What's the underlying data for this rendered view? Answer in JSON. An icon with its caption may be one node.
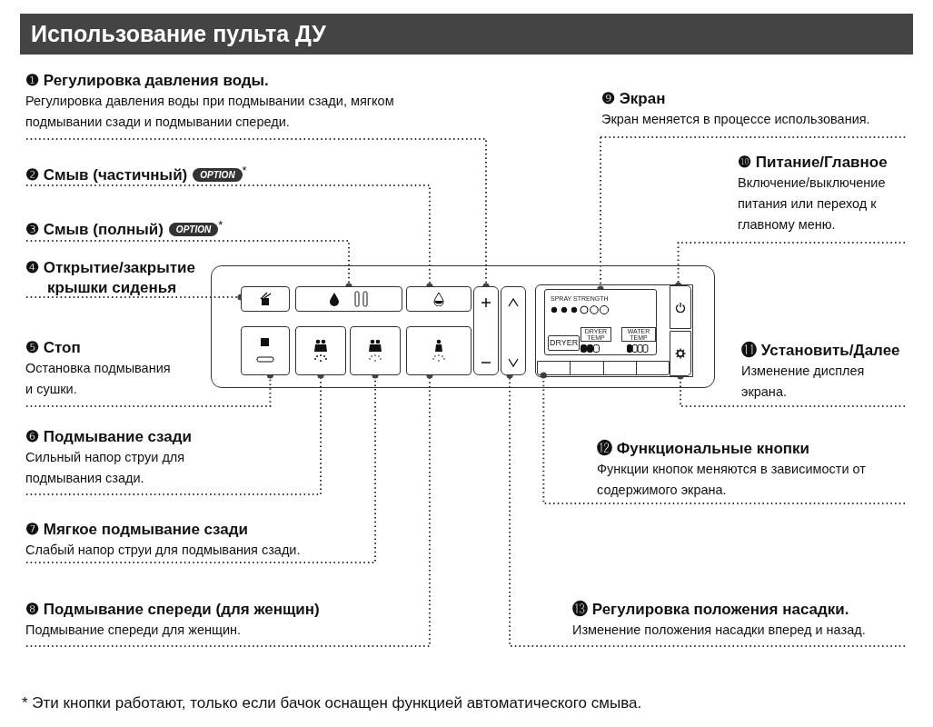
{
  "diagram": {
    "title": "Использование пульта ДУ",
    "nodes": [
      {
        "text": [
          "❶ Регулировка давления воды.",
          "Регулировка давления воды при подмывании сзади, мягком подмывании сзади и подмывании спереди."
        ]
      },
      {
        "text": [
          "❷ Смыв (частичный)",
          "OPTION",
          "*"
        ]
      },
      {
        "text": [
          "❸ Смыв (полный)",
          "OPTION",
          "*"
        ]
      },
      {
        "text": [
          "❹ Открытие/закрытие крышки сиденья"
        ]
      },
      {
        "text": [
          "❺ Стоп",
          "Остановка подмывания и сушки."
        ]
      },
      {
        "text": [
          "❻ Подмывание сзади",
          "Сильный напор струи для подмывания сзади."
        ]
      },
      {
        "text": [
          "❼ Мягкое подмывание сзади",
          "Слабый напор струи для подмывания сзади."
        ]
      },
      {
        "text": [
          "❽ Подмывание спереди (для женщин)",
          "Подмывание спереди для женщин."
        ]
      },
      {
        "text": [
          "❾ Экран",
          "Экран меняется в процессе использования."
        ]
      },
      {
        "text": [
          "❿ Питание/Главное",
          "Включение/выключение питания или переход к главному меню."
        ]
      },
      {
        "text": [
          "⓫ Установить/Далее",
          "Изменение дисплея экрана."
        ]
      },
      {
        "text": [
          "⓬ Функциональные кнопки",
          "Функции кнопок меняются в зависимости от содержимого экрана."
        ]
      },
      {
        "text": [
          "⓭ Регулировка положения насадки.",
          "Изменение положения насадки вперед и назад."
        ]
      },
      {
        "text": [],
        "shape": "box"
      },
      {
        "text": [],
        "shape": "button",
        "in": 13
      },
      {
        "text": [],
        "shape": "button",
        "in": 13
      },
      {
        "text": [],
        "shape": "button",
        "in": 13
      },
      {
        "text": [],
        "shape": "button",
        "in": 13
      },
      {
        "text": [],
        "shape": "button",
        "in": 13
      },
      {
        "text": [],
        "shape": "button",
        "in": 13
      },
      {
        "text": [],
        "shape": "button",
        "in": 13
      },
      {
        "text": [],
        "shape": "button",
        "in": 13
      },
      {
        "text": [],
        "shape": "button",
        "in": 13
      },
      {
        "text": [],
        "shape": "box",
        "in": 13
      },
      {
        "text": [],
        "shape": "button",
        "in": 13
      },
      {
        "text": [],
        "shape": "button",
        "in": 13
      },
      {
        "text": [],
        "shape": "button",
        "in": 13
      }
    ],
    "edges": [
      {
        "from": 0,
        "to": 21,
        "arrow": "other"
      },
      {
        "from": 1,
        "to": 16,
        "arrow": "other"
      },
      {
        "from": 2,
        "to": 15,
        "arrow": "other"
      },
      {
        "from": 3,
        "to": 14,
        "arrow": "other"
      },
      {
        "from": 4,
        "to": 17,
        "arrow": "other"
      },
      {
        "from": 5,
        "to": 18,
        "arrow": "other"
      },
      {
        "from": 6,
        "to": 19,
        "arrow": "other"
      },
      {
        "from": 7,
        "to": 20,
        "arrow": "other"
      },
      {
        "from": 8,
        "to": 23,
        "arrow": "other"
      },
      {
        "from": 9,
        "to": 24,
        "arrow": "other"
      },
      {
        "from": 10,
        "to": 25,
        "arrow": "other"
      },
      {
        "from": 11,
        "to": 26,
        "arrow": "other"
      },
      {
        "from": 12,
        "to": 22,
        "arrow": "other"
      }
    ],
    "labels": [
      "SPRAY STRENGTH",
      "DRYER",
      "DRYER TEMP",
      "WATER TEMP"
    ],
    "caption": "*  Эти кнопки работают, только если бачок оснащен функцией автоматического смыва."
  }
}
